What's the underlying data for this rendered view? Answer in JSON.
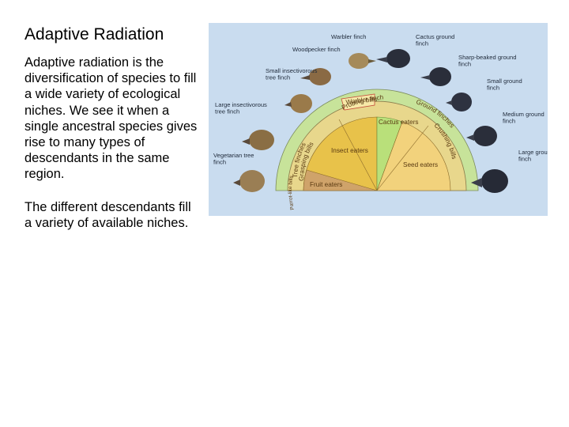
{
  "slide": {
    "title": "Adaptive Radiation",
    "paragraphs": [
      "Adaptive radiation is the diversification of species to fill a wide variety of ecological niches.  We see it when a single ancestral species gives rise to many types of descendants in the same region.",
      "The different descendants fill a variety of available niches."
    ]
  },
  "figure": {
    "finch_labels": [
      "Woodpecker finch",
      "Warbler finch",
      "Cactus ground finch",
      "Small insectivorous tree finch",
      "Sharp-beaked ground finch",
      "Small ground finch",
      "Large insectivorous tree finch",
      "Medium ground finch",
      "Vegetarian tree finch",
      "Large ground finch"
    ],
    "ring_labels": {
      "tree_finches": "Tree finches",
      "ground_finches": "Ground finches",
      "grasping_bills": "Grasping bills",
      "probing_bills": "Probing bills",
      "crushing_bills": "Crushing bills",
      "parrot_like_bills": "Parrot-like bills"
    },
    "diet_labels": {
      "warbler_finch": "Warbler finch",
      "cactus_eaters": "Cactus eaters",
      "insect_eaters": "Insect eaters",
      "seed_eaters": "Seed eaters",
      "fruit_eaters": "Fruit eaters"
    },
    "colors": {
      "background": "#c9dcef",
      "outer_ring": "#c7e39a",
      "middle_ring": "#e8d78c",
      "inner_insect": "#e8c24a",
      "inner_fruit": "#cfa36a",
      "inner_cactus": "#b9e07a",
      "inner_seed": "#f2d27c"
    }
  }
}
